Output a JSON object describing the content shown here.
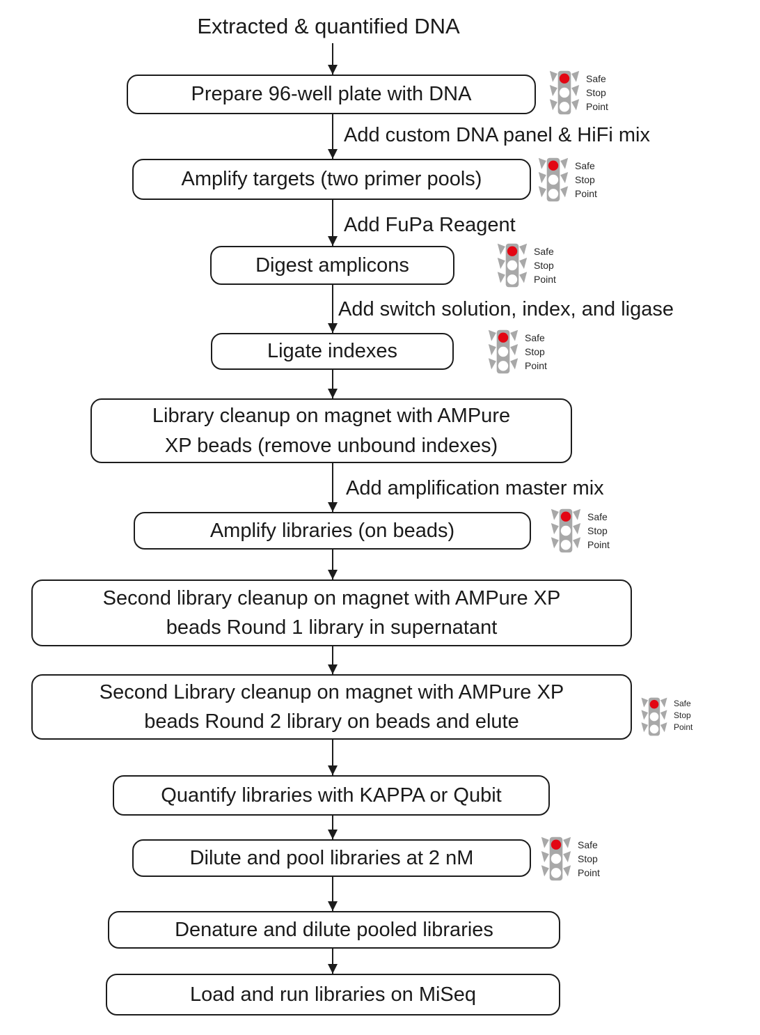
{
  "title": "Extracted & quantified DNA",
  "colors": {
    "icon_gray": "#a8a8a8",
    "light_red": "#e30613",
    "light_off": "#ffffff",
    "line_black": "#1c1c1c"
  },
  "safe_stop": {
    "lines": [
      "Safe",
      "Stop",
      "Point"
    ]
  },
  "flow": {
    "boxes": [
      {
        "label": "Prepare 96-well plate with DNA",
        "safe_stop": true
      },
      {
        "label": "Amplify targets (two primer pools)",
        "safe_stop": true
      },
      {
        "label": "Digest amplicons",
        "safe_stop": true
      },
      {
        "label": "Ligate indexes",
        "safe_stop": true
      },
      {
        "label": "Library cleanup on magnet with AMPure XP beads (remove unbound indexes)",
        "safe_stop": false
      },
      {
        "label": "Amplify libraries (on beads)",
        "safe_stop": true
      },
      {
        "label": "Second library cleanup on magnet with AMPure XP beads Round 1 library in supernatant",
        "safe_stop": false
      },
      {
        "label": "Second Library cleanup on magnet with AMPure XP beads Round 2 library on beads and elute",
        "safe_stop": true
      },
      {
        "label": "Quantify libraries with KAPPA or Qubit",
        "safe_stop": false
      },
      {
        "label": "Dilute and pool libraries at 2 nM",
        "safe_stop": true
      },
      {
        "label": "Denature and dilute pooled libraries",
        "safe_stop": false
      },
      {
        "label": "Load and run libraries on MiSeq",
        "safe_stop": false
      }
    ],
    "edge_labels": [
      "Add custom DNA panel & HiFi mix",
      "Add FuPa Reagent",
      "Add switch solution, index, and ligase",
      "Add amplification master mix"
    ]
  }
}
